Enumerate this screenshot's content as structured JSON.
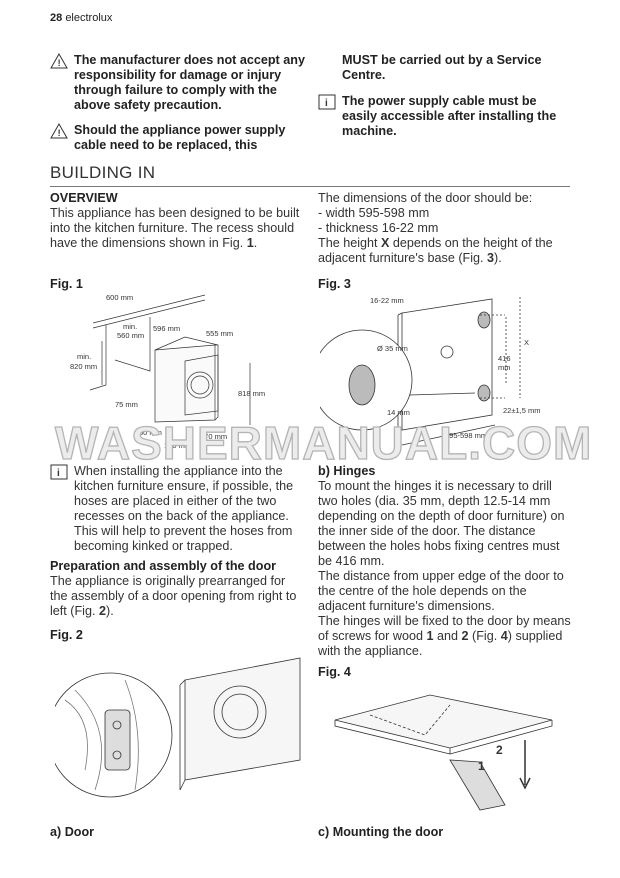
{
  "header": {
    "page_number": "28",
    "brand": "electrolux"
  },
  "warnings_left": [
    "The manufacturer does not accept any responsibility for damage or injury through failure to comply with the above safety precaution.",
    "Should the appliance power supply cable need to be replaced, this"
  ],
  "warnings_right": {
    "continuation": "MUST be carried out by a Service Centre.",
    "info": "The power supply cable must be easily accessible after installing the machine."
  },
  "section_title": "BUILDING IN",
  "overview": {
    "heading": "OVERVIEW",
    "text": "This appliance has been designed to be built into the kitchen furniture. The recess should have the dimensions shown in Fig. ",
    "fig_ref": "1",
    "end": "."
  },
  "door_dims": {
    "intro": "The dimensions of the door should be:",
    "width": "- width 595-598 mm",
    "thickness": "- thickness 16-22 mm",
    "height_pre": "The height ",
    "height_var": "X",
    "height_post": " depends on the height of the adjacent furniture's base (Fig. ",
    "fig_ref": "3",
    "end": ")."
  },
  "fig1": {
    "label": "Fig. 1",
    "dims": [
      "600 mm",
      "min.",
      "560 mm",
      "596 mm",
      "555 mm",
      "min.",
      "820 mm",
      "818 mm",
      "75 mm",
      "60 mm",
      "170 mm",
      "100 mm"
    ]
  },
  "fig3": {
    "label": "Fig. 3",
    "dims": [
      "16-22 mm",
      "Ø 35 mm",
      "X",
      "416",
      "mm",
      "14 mm",
      "22±1,5 mm",
      "595-598 mm"
    ]
  },
  "watermark": "WASHERMANUAL.COM",
  "info_install": "When installing the appliance into the kitchen furniture ensure, if possible, the hoses are placed in either of the two recesses on the back of the appliance. This will help to prevent the hoses from becoming kinked or trapped.",
  "prep": {
    "heading": "Preparation and assembly of the door",
    "text": "The appliance is originally prearranged for the assembly of a door opening from right to left (Fig. ",
    "fig_ref": "2",
    "end": ")."
  },
  "fig2": {
    "label": "Fig. 2",
    "caption": "a) Door"
  },
  "hinges": {
    "heading": "b) Hinges",
    "p1": "To mount the hinges it is necessary to drill two holes (dia. 35 mm, depth 12.5-14 mm depending on the depth of door furniture) on the inner side of the door. The distance between the holes hobs fixing centres must be 416 mm.",
    "p2": "The distance from upper edge of the door to the centre of the hole depends on the adjacent furniture's dimensions.",
    "p3_pre": "The hinges will be fixed to the door by means of screws for wood ",
    "b1": "1",
    "and": " and ",
    "b2": "2",
    "p3_mid": " (Fig. ",
    "fig_ref": "4",
    "p3_post": ") supplied with the appliance."
  },
  "fig4": {
    "label": "Fig. 4",
    "callouts": [
      "1",
      "2"
    ],
    "caption": "c) Mounting the door"
  }
}
